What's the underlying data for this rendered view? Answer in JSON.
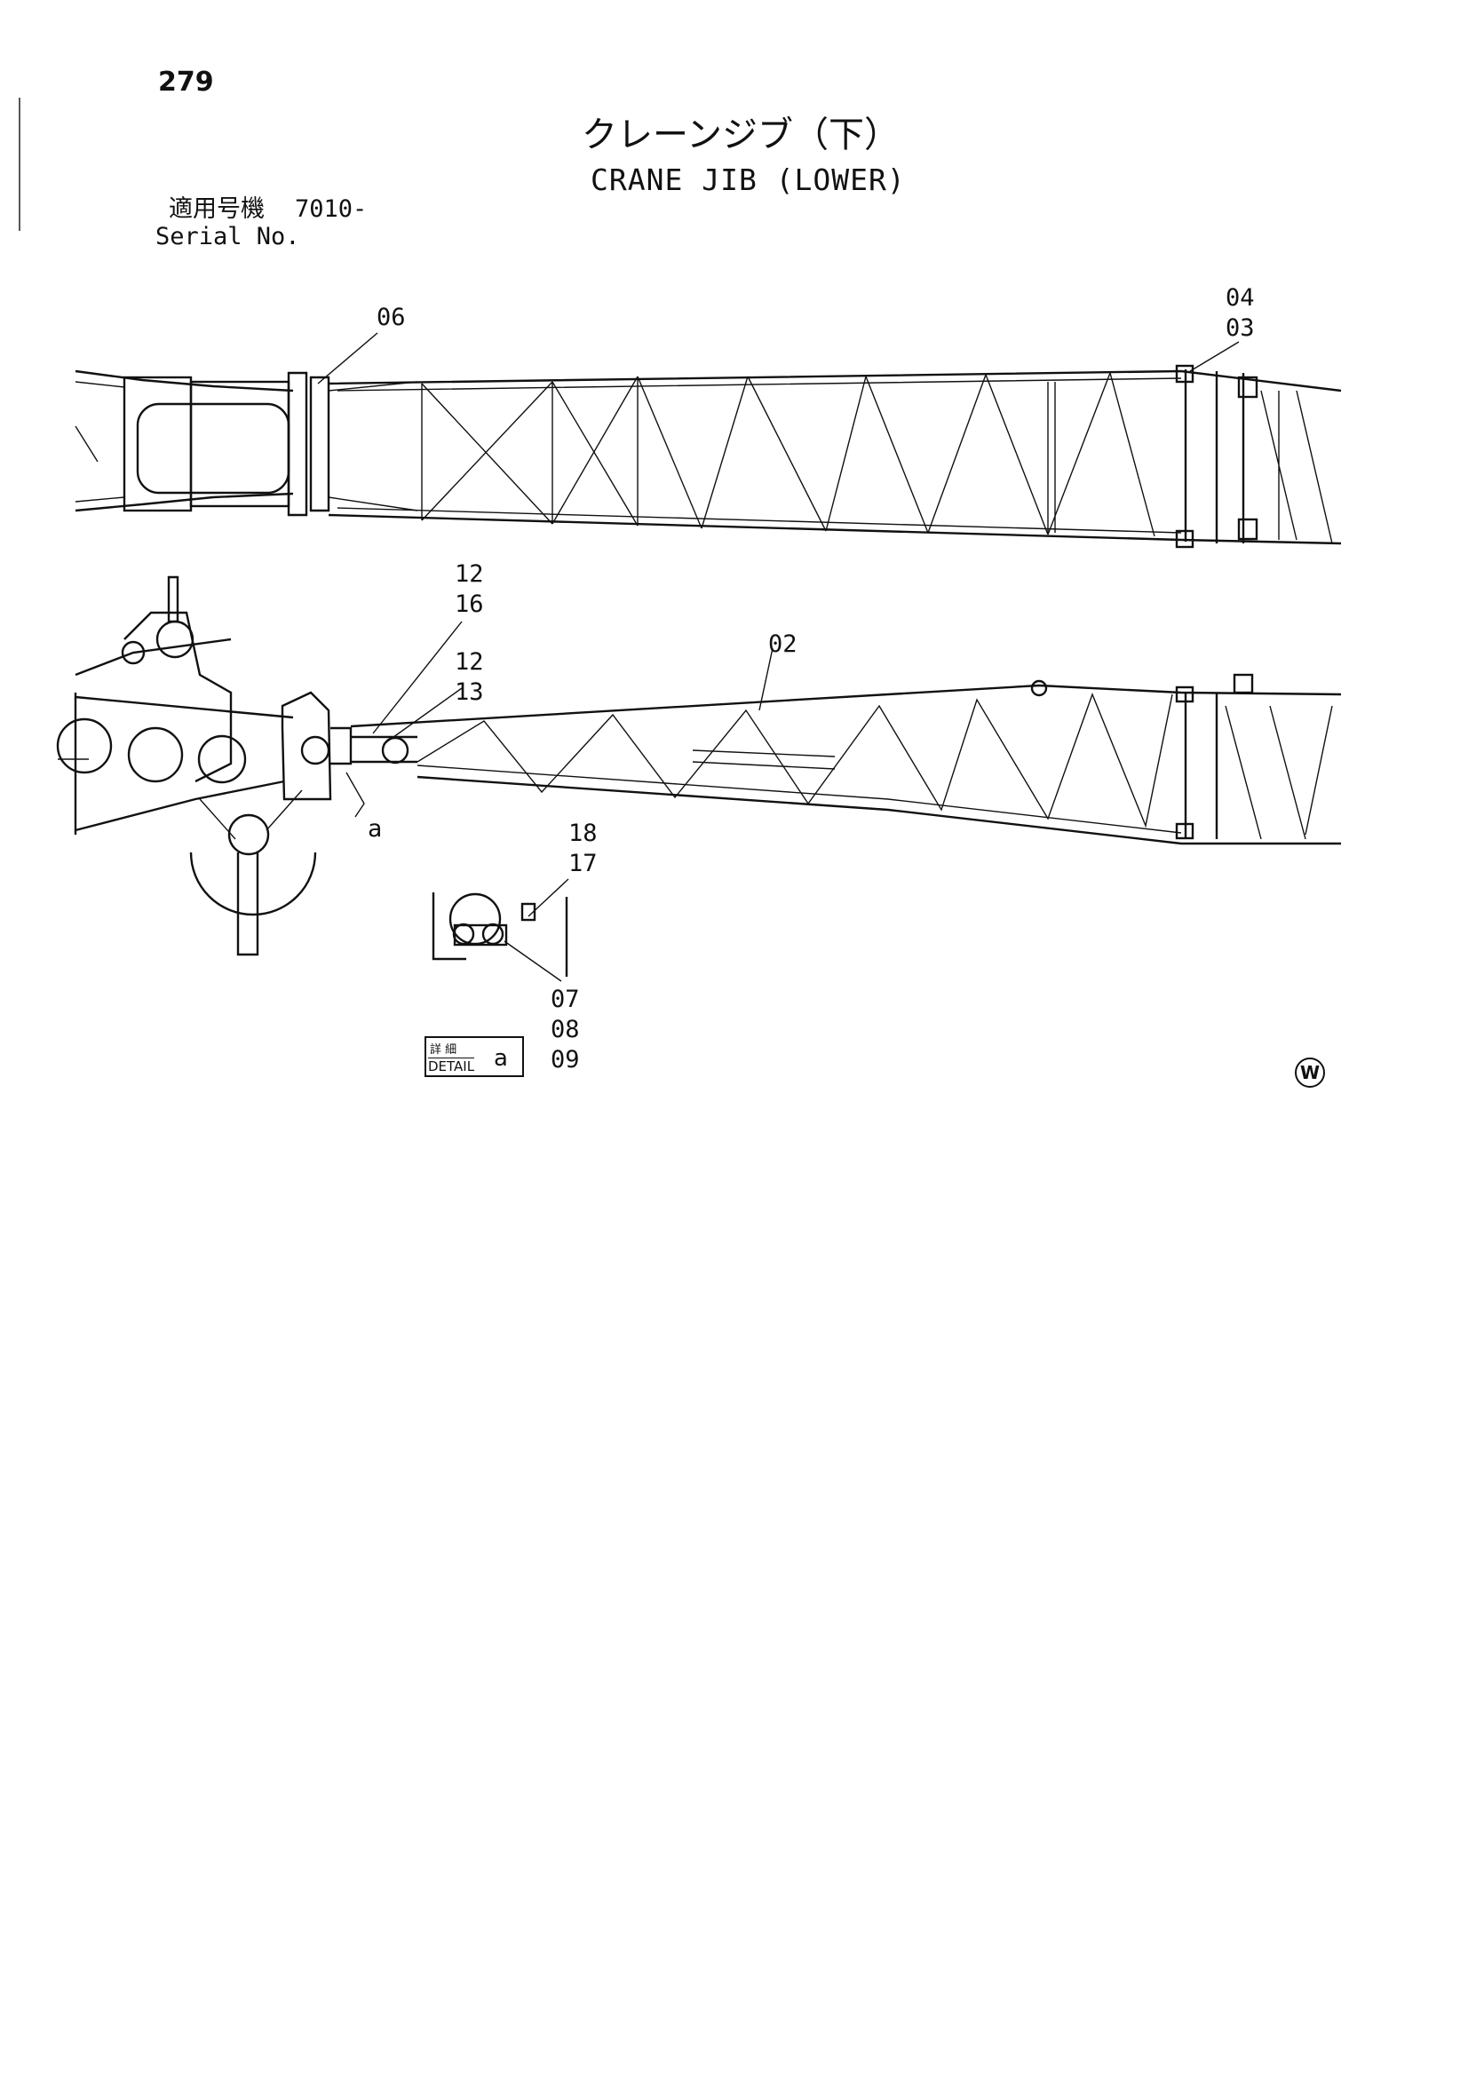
{
  "page_number": "279",
  "title_jp": "クレーンジブ（下）",
  "title_en": "CRANE JIB (LOWER)",
  "serial": {
    "label_jp": "適用号機",
    "value": "7010-",
    "label_en": "Serial No."
  },
  "callouts": {
    "c06": "06",
    "c04": "04",
    "c03": "03",
    "c12a": "12",
    "c16": "16",
    "c12b": "12",
    "c13": "13",
    "c02": "02",
    "ca": "a",
    "c18": "18",
    "c17": "17",
    "c07": "07",
    "c08": "08",
    "c09": "09"
  },
  "detail": {
    "label_jp": "詳 細",
    "label_en": "DETAIL",
    "letter": "a"
  },
  "corner_mark": "W"
}
